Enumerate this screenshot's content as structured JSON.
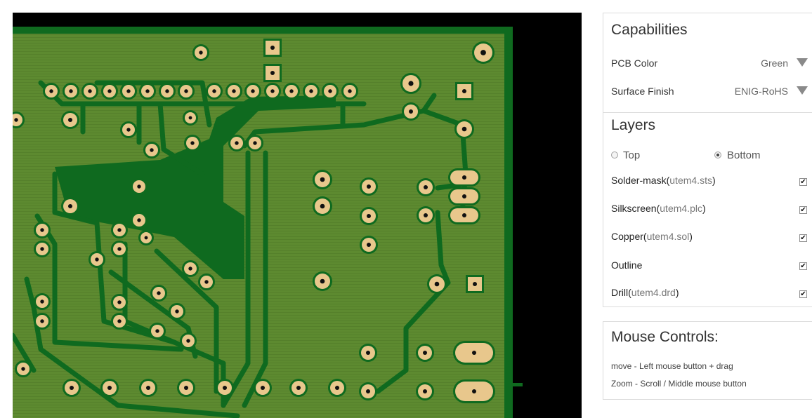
{
  "capabilities": {
    "title": "Capabilities",
    "pcb_color": {
      "label": "PCB Color",
      "value": "Green"
    },
    "surface_finish": {
      "label": "Surface Finish",
      "value": "ENIG-RoHS"
    }
  },
  "layers": {
    "title": "Layers",
    "side_options": [
      {
        "label": "Top",
        "checked": false
      },
      {
        "label": "Bottom",
        "checked": true
      }
    ],
    "items": [
      {
        "name": "Solder-mask",
        "file": "utem4.sts",
        "checked": true
      },
      {
        "name": "Silkscreen",
        "file": "utem4.plc",
        "checked": true
      },
      {
        "name": "Copper",
        "file": "utem4.sol",
        "checked": true
      },
      {
        "name": "Outline",
        "file": "",
        "checked": true
      },
      {
        "name": "Drill",
        "file": "utem4.drd",
        "checked": true
      }
    ]
  },
  "mouse_controls": {
    "title": "Mouse Controls:",
    "move": "move - Left mouse button + drag",
    "zoom": "Zoom - Scroll / Middle mouse button"
  },
  "colors": {
    "background": "#000000",
    "board": "#5d8a30",
    "copper": "#0f6a1f",
    "pad": "#e8c78c",
    "drill": "#111111"
  }
}
